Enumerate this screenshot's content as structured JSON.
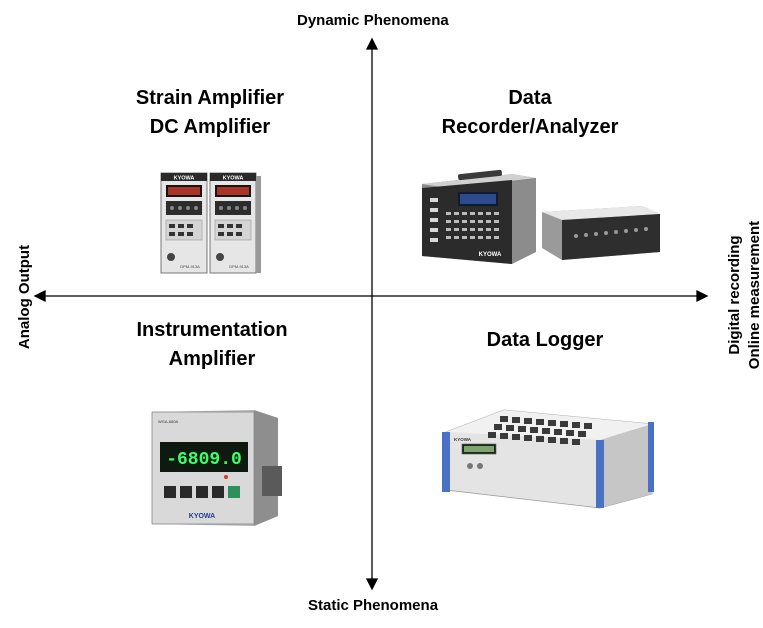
{
  "axes": {
    "top": "Dynamic Phenomena",
    "bottom": "Static Phenomena",
    "left": "Analog Output",
    "right_line1": "Digital recording",
    "right_line2": "Online measurement"
  },
  "quadrants": {
    "top_left": {
      "line1": "Strain Amplifier",
      "line2": "DC Amplifier"
    },
    "top_right": {
      "line1": "Data",
      "line2": "Recorder/Analyzer"
    },
    "bottom_left": {
      "line1": "Instrumentation",
      "line2": "Amplifier"
    },
    "bottom_right": {
      "line1": "Data Logger"
    }
  },
  "device_labels": {
    "strain_brand": "KYOWA",
    "strain_model": "DPM-913A",
    "recorder_brand": "KYOWA",
    "instrument_model": "WGA-680A",
    "instrument_display": "-6809.0",
    "instrument_brand": "KYOWA",
    "logger_brand": "KYOWA"
  },
  "colors": {
    "logger_accent": "#4a72c4",
    "display_green": "#3cff6a",
    "display_bg": "#0e1a10"
  }
}
